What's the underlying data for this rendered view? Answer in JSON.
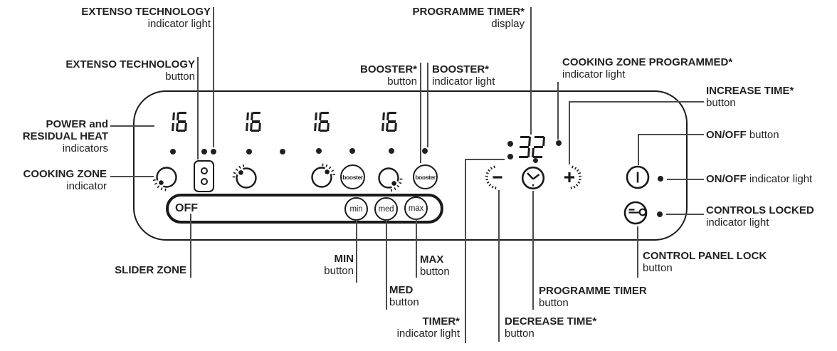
{
  "panel": {
    "zone_displays": [
      "16",
      "16",
      "16",
      "16"
    ],
    "timer_display": "32",
    "booster_label": "booster",
    "slider": {
      "off": "OFF",
      "min": "min",
      "med": "med",
      "max": "max"
    }
  },
  "annotations": {
    "extenso_indicator": {
      "title": "EXTENSO TECHNOLOGY",
      "sub": "indicator light"
    },
    "extenso_button": {
      "title": "EXTENSO TECHNOLOGY",
      "sub": "button"
    },
    "power_residual": {
      "line1": "POWER and",
      "line2": "RESIDUAL HEAT",
      "sub": "indicators"
    },
    "cooking_zone": {
      "title": "COOKING ZONE",
      "sub": "indicator"
    },
    "programme_timer_display": {
      "title": "PROGRAMME TIMER*",
      "sub": "display"
    },
    "booster_button": {
      "title": "BOOSTER*",
      "sub": "button"
    },
    "booster_indicator": {
      "title": "BOOSTER*",
      "sub": "indicator light"
    },
    "cooking_zone_programmed": {
      "title": "COOKING ZONE PROGRAMMED*",
      "sub": "indicator light"
    },
    "increase_time": {
      "title": "INCREASE TIME*",
      "sub": "button"
    },
    "onoff_button": {
      "title": "ON/OFF",
      "sub": "button"
    },
    "onoff_indicator": {
      "title": "ON/OFF",
      "sub": "indicator light"
    },
    "controls_locked": {
      "title": "CONTROLS LOCKED",
      "sub": "indicator light"
    },
    "control_panel_lock": {
      "title": "CONTROL PANEL LOCK",
      "sub": "button"
    },
    "slider_zone": {
      "title": "SLIDER ZONE"
    },
    "min_button": {
      "title": "MIN",
      "sub": "button"
    },
    "med_button": {
      "title": "MED",
      "sub": "button"
    },
    "max_button": {
      "title": "MAX",
      "sub": "button"
    },
    "timer_indicator": {
      "title": "TIMER*",
      "sub": "indicator light"
    },
    "decrease_time": {
      "title": "DECREASE TIME*",
      "sub": "button"
    },
    "programme_timer_button": {
      "title": "PROGRAMME TIMER",
      "sub": "button"
    }
  },
  "colors": {
    "ink": "#231f20",
    "line": "#4c4c4c",
    "background": "#ffffff"
  }
}
